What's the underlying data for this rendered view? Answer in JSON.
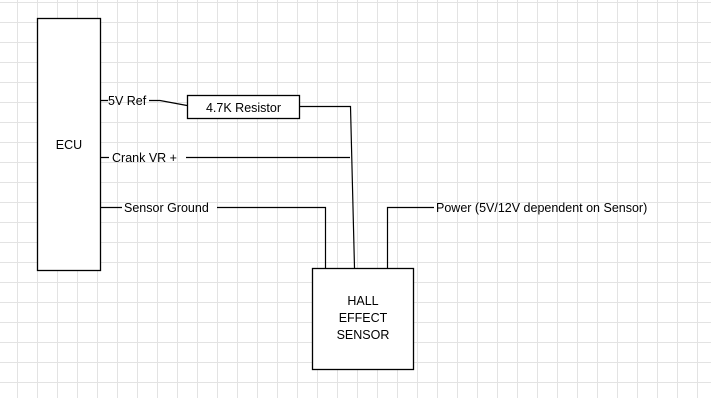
{
  "diagram": {
    "ecu_label": "ECU",
    "resistor_label": "4.7K Resistor",
    "sensor_label": [
      "HALL",
      "EFFECT",
      "SENSOR"
    ],
    "wires": {
      "ref_5v": "5V Ref",
      "crank_vr": "Crank VR +",
      "sensor_ground": "Sensor Ground",
      "power": "Power (5V/12V dependent on Sensor)"
    }
  }
}
